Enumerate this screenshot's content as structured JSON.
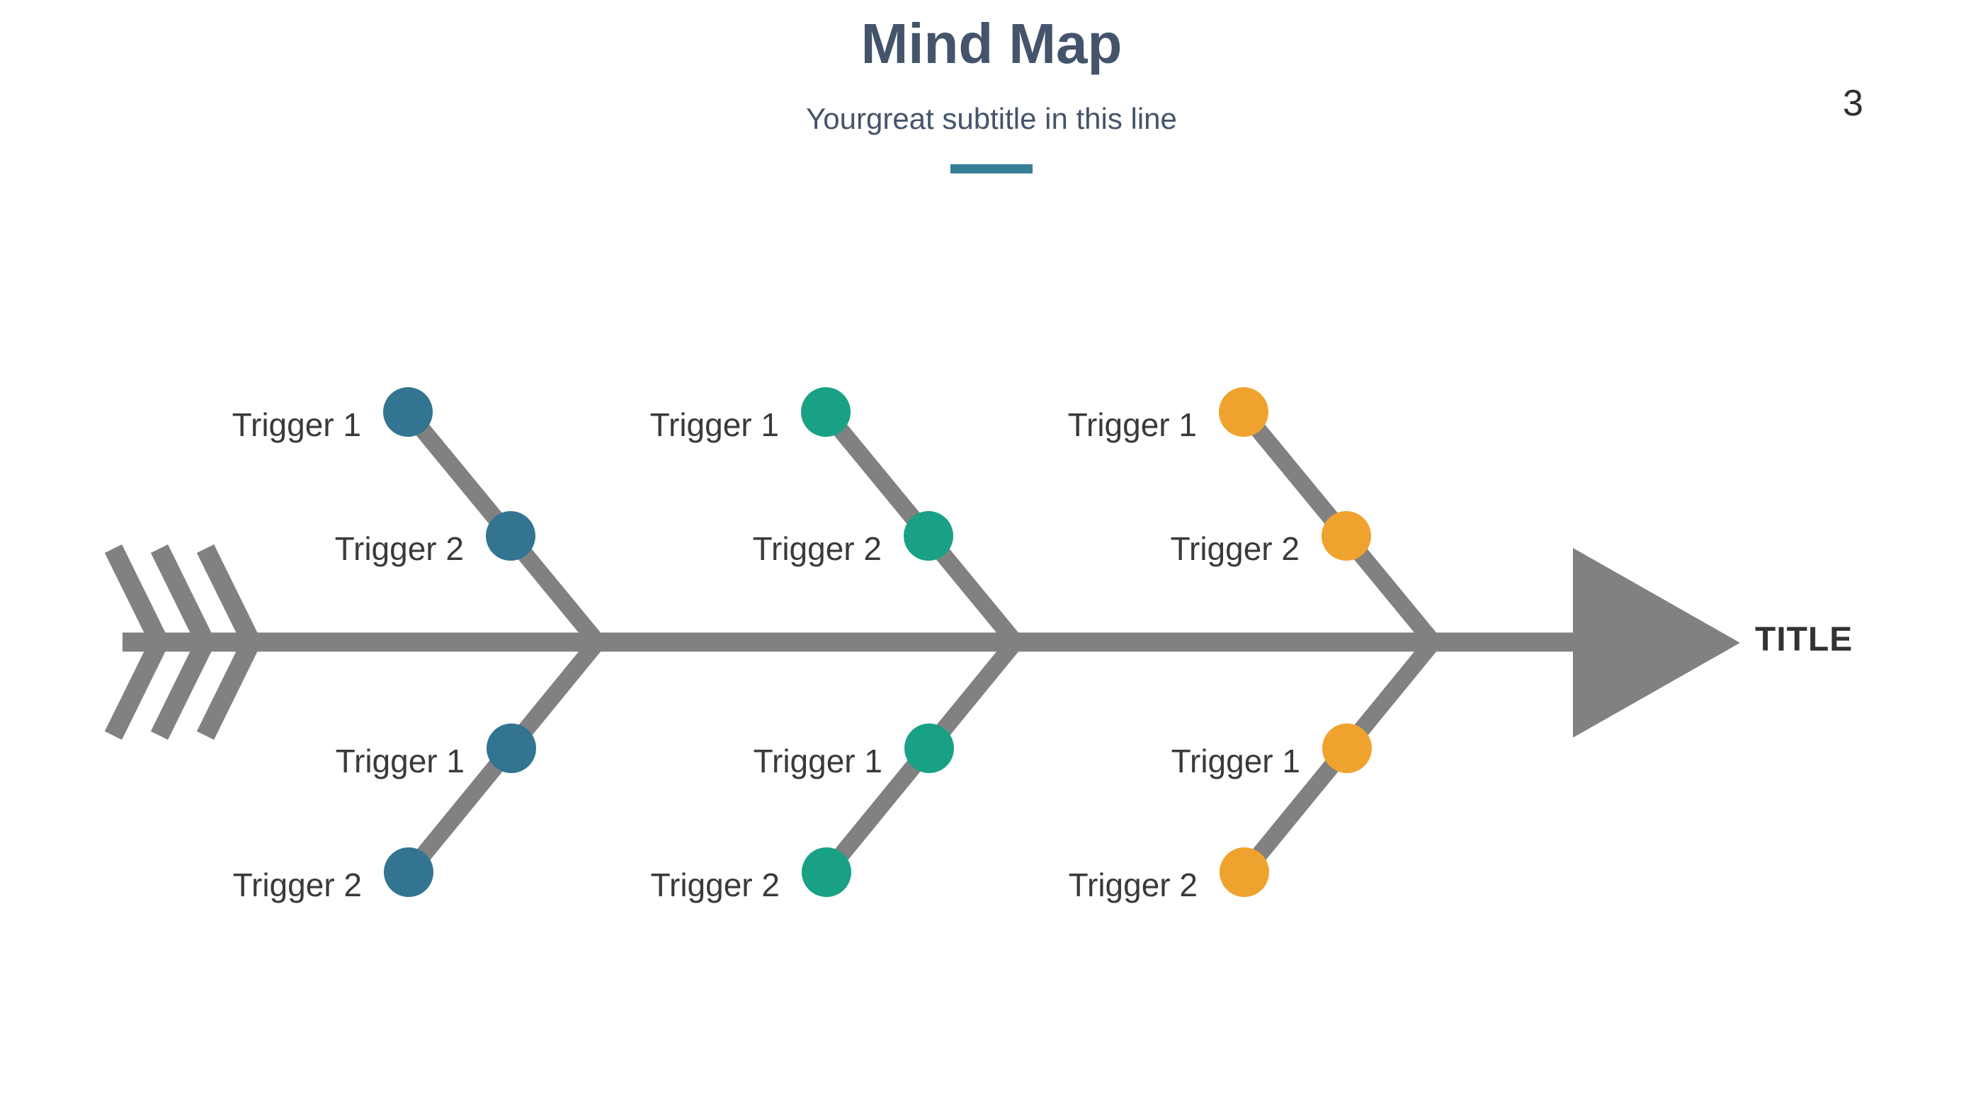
{
  "slide": {
    "title": "Mind Map",
    "subtitle": "Yourgreat subtitle in this line",
    "page_number": "3"
  },
  "colors": {
    "heading": "#44546A",
    "underline_teal": "#367D96",
    "spine_gray": "#818181",
    "label_text": "#3A3A3A",
    "blue": "#337490",
    "green": "#18A185",
    "orange": "#F0A22E"
  },
  "diagram": {
    "arrow_title": "TITLE",
    "ribs": [
      {
        "color": "blue",
        "upper": [
          "Trigger 1",
          "Trigger 2"
        ],
        "lower": [
          "Trigger 1",
          "Trigger 2"
        ]
      },
      {
        "color": "green",
        "upper": [
          "Trigger 1",
          "Trigger 2"
        ],
        "lower": [
          "Trigger 1",
          "Trigger 2"
        ]
      },
      {
        "color": "orange",
        "upper": [
          "Trigger 1",
          "Trigger 2"
        ],
        "lower": [
          "Trigger 1",
          "Trigger 2"
        ]
      }
    ]
  }
}
